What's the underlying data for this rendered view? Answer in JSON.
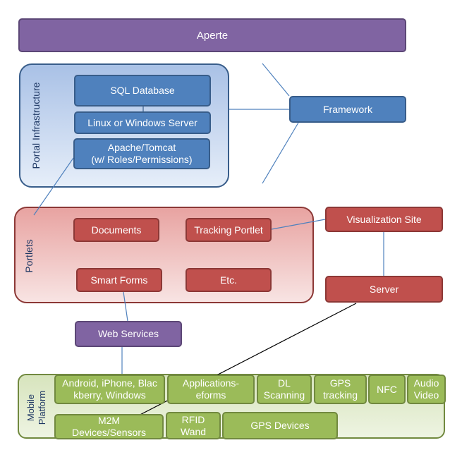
{
  "top_bar": {
    "label": "Aperte"
  },
  "portal_infrastructure": {
    "label": "Portal Infrastructure",
    "sql_database": "SQL Database",
    "server": "Linux or Windows Server",
    "apache_line1": "Apache/Tomcat",
    "apache_line2": "(w/ Roles/Permissions)"
  },
  "framework": {
    "label": "Framework"
  },
  "portlets": {
    "label": "Portlets",
    "documents": "Documents",
    "tracking_portlet": "Tracking Portlet",
    "smart_forms": "Smart Forms",
    "etc": "Etc."
  },
  "visualization_site": {
    "label": "Visualization Site"
  },
  "server_box": {
    "label": "Server"
  },
  "web_services": {
    "label": "Web Services"
  },
  "mobile_platform": {
    "label_line1": "Mobile",
    "label_line2": "Platform",
    "android_line1": "Android, iPhone, Blac",
    "android_line2": "kberry, Windows",
    "applications_line1": "Applications-",
    "applications_line2": "eforms",
    "dl_line1": "DL",
    "dl_line2": "Scanning",
    "gps_line1": "GPS",
    "gps_line2": "tracking",
    "nfc": "NFC",
    "audio_line1": "Audio",
    "audio_line2": "Video",
    "m2m_line1": "M2M",
    "m2m_line2": "Devices/Sensors",
    "rfid_line1": "RFID",
    "rfid_line2": "Wand",
    "gps_devices": "GPS Devices"
  },
  "colors": {
    "purple": "#8064a2",
    "blue": "#4f81bd",
    "red": "#c0504d",
    "green": "#9bbb59",
    "connector": "#4f81bd",
    "dark_connector": "#000000"
  }
}
